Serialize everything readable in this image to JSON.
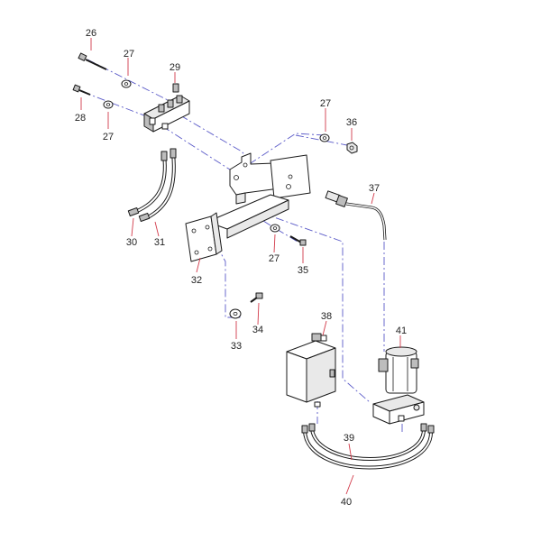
{
  "diagram": {
    "part_labels": [
      {
        "id": "p26",
        "text": "26"
      },
      {
        "id": "p27a",
        "text": "27"
      },
      {
        "id": "p29",
        "text": "29"
      },
      {
        "id": "p28",
        "text": "28"
      },
      {
        "id": "p27b",
        "text": "27"
      },
      {
        "id": "p27c",
        "text": "27"
      },
      {
        "id": "p36",
        "text": "36"
      },
      {
        "id": "p37",
        "text": "37"
      },
      {
        "id": "p30",
        "text": "30"
      },
      {
        "id": "p31",
        "text": "31"
      },
      {
        "id": "p32",
        "text": "32"
      },
      {
        "id": "p27d",
        "text": "27"
      },
      {
        "id": "p35",
        "text": "35"
      },
      {
        "id": "p33",
        "text": "33"
      },
      {
        "id": "p34",
        "text": "34"
      },
      {
        "id": "p38",
        "text": "38"
      },
      {
        "id": "p41",
        "text": "41"
      },
      {
        "id": "p39",
        "text": "39"
      },
      {
        "id": "p40",
        "text": "40"
      }
    ],
    "line_color": "#5a5ac8",
    "leader_color": "#d23a4a"
  }
}
